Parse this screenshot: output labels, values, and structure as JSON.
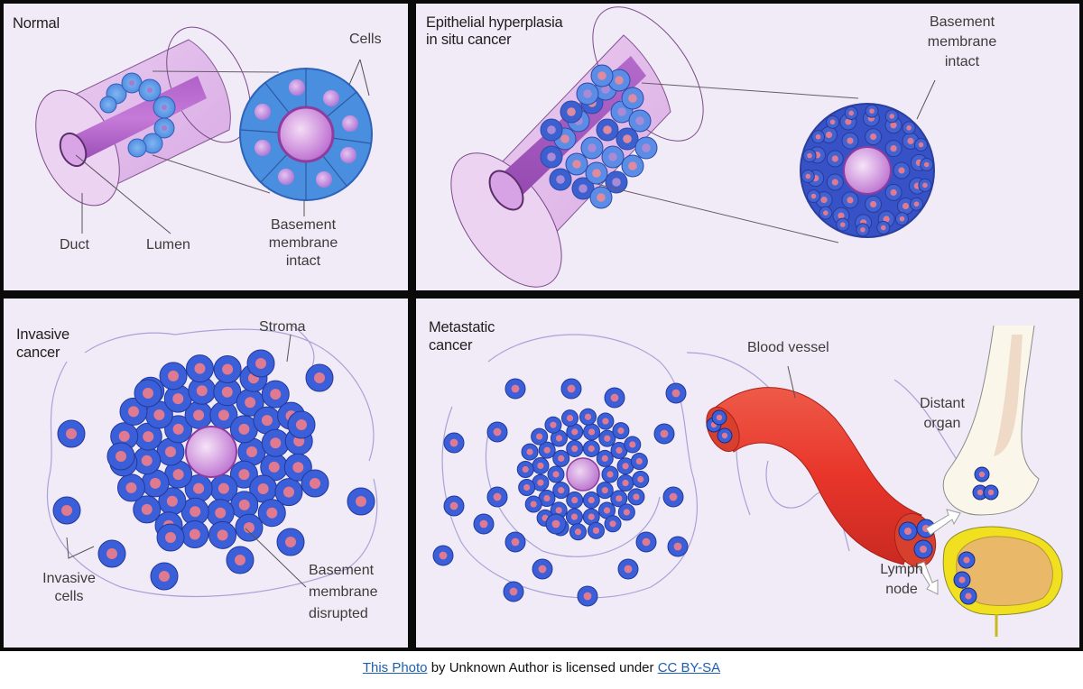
{
  "panels": {
    "normal": {
      "title": "Normal",
      "labels": {
        "cells": "Cells",
        "duct": "Duct",
        "lumen": "Lumen",
        "basement_line1": "Basement",
        "basement_line2": "membrane",
        "basement_line3": "intact"
      }
    },
    "hyperplasia": {
      "title_line1": "Epithelial hyperplasia",
      "title_line2": "in situ cancer",
      "labels": {
        "basement_line1": "Basement",
        "basement_line2": "membrane",
        "basement_line3": "intact"
      }
    },
    "invasive": {
      "title_line1": "Invasive",
      "title_line2": "cancer",
      "labels": {
        "stroma": "Stroma",
        "invasive_cells_line1": "Invasive",
        "invasive_cells_line2": "cells",
        "basement_line1": "Basement",
        "basement_line2": "membrane",
        "basement_line3": "disrupted"
      }
    },
    "metastatic": {
      "title_line1": "Metastatic",
      "title_line2": "cancer",
      "labels": {
        "blood_vessel": "Blood vessel",
        "distant_organ_line1": "Distant",
        "distant_organ_line2": "organ",
        "lymph_node_line1": "Lymph",
        "lymph_node_line2": "node"
      }
    }
  },
  "colors": {
    "panel_bg": "#f1ebf7",
    "cell_blue": "#3a5fd8",
    "cell_light_blue": "#5b9be8",
    "nucleus": "#e07a90",
    "lumen_purple": "#c78ad8",
    "vessel_red": "#e8352a",
    "lymph_yellow": "#f0e020",
    "link_blue": "#1a5fb4"
  },
  "caption": {
    "link1": "This Photo",
    "middle": " by Unknown Author is licensed under ",
    "link2": "CC BY-SA"
  }
}
